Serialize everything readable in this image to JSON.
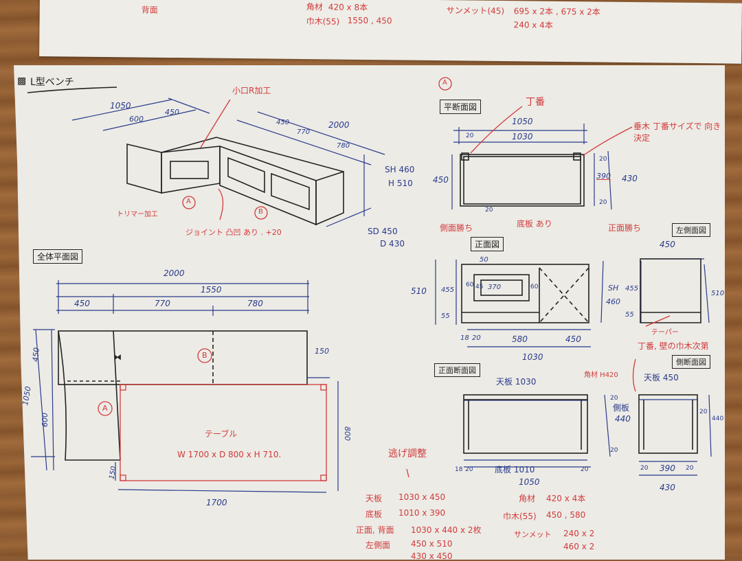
{
  "top_sheet": {
    "left_label": "背面",
    "lines": [
      {
        "label": "角材",
        "value": "420 x 8本"
      },
      {
        "label": "巾木(55)",
        "value": "1550 , 450"
      },
      {
        "label": "サンメット(45)",
        "value": "695 x 2本 , 675 x 2本"
      },
      {
        "label": "",
        "value": "240 x 4本"
      }
    ]
  },
  "title": "L型ベンチ",
  "iso_view": {
    "dims": {
      "d1050": "1050",
      "d600": "600",
      "d450": "450",
      "d2000": "2000",
      "d450b": "450",
      "d770": "770",
      "d780": "780"
    },
    "sh": "SH 460",
    "h": "H 510",
    "sd": "SD 450",
    "d": "D 430",
    "notes": {
      "koguchi": "小口R加工",
      "trimmer": "トリマー加工",
      "joint": "ジョイント 凸凹 あり . +20"
    },
    "labels": {
      "a": "A",
      "b": "B"
    }
  },
  "plan_view": {
    "title": "全体平面図",
    "dims": {
      "total": "2000",
      "d1550": "1550",
      "d450": "450",
      "d770": "770",
      "d780": "780",
      "d150": "150",
      "v450": "450",
      "v1050": "1050",
      "v600": "600",
      "v150": "150",
      "v800": "800",
      "h1700": "1700"
    },
    "table_label": "テーブル",
    "table_size": "W 1700 x D 800 x H 710.",
    "labels": {
      "a": "A",
      "b": "B"
    }
  },
  "section_a": {
    "marker": "A",
    "title": "平断面図",
    "notes": {
      "hinge": "丁番",
      "post": "垂木 丁番サイズで 向き決定",
      "side_win": "側面勝ち",
      "bottom": "底板 あり",
      "front_win": "正面勝ち"
    },
    "dims": {
      "w1050": "1050",
      "w1030": "1030",
      "t20a": "20",
      "h450": "450",
      "t20b": "20",
      "m390": "390",
      "d430": "430",
      "t20c": "20",
      "t20d": "20"
    }
  },
  "front_view": {
    "title": "正面図",
    "dims": {
      "h510": "510",
      "h455": "455",
      "h55": "55",
      "t50": "50",
      "p60a": "60",
      "p45": "45",
      "p370": "370",
      "p60b": "60",
      "sh": "SH",
      "sh460": "460",
      "w18": "18",
      "w20": "20",
      "w580": "580",
      "w450": "450",
      "w1030": "1030"
    }
  },
  "left_side_view": {
    "title": "左側面図",
    "dims": {
      "w450": "450",
      "h455": "455",
      "h55": "55",
      "h510": "510"
    },
    "note": "テーパー"
  },
  "front_section": {
    "title": "正面断面図",
    "top_board": "天板 1030",
    "corner_note": "角材 H420",
    "side_board": "側板",
    "side_h": "440",
    "t20a": "20",
    "t20b": "20",
    "bottom_board": "底板 1010",
    "w18": "18",
    "w20a": "20",
    "w20b": "20",
    "w1050": "1050"
  },
  "side_section": {
    "title": "側断面図",
    "note": "丁番, 壁の巾木次第",
    "top_board": "天板 450",
    "dims": {
      "t20": "20",
      "h440": "440",
      "w20a": "20",
      "w390": "390",
      "w20b": "20",
      "w430": "430"
    }
  },
  "cut_list": {
    "heading": "逃げ調整",
    "left": [
      {
        "label": "天板",
        "value": "1030 x 450"
      },
      {
        "label": "底板",
        "value": "1010 x 390"
      },
      {
        "label": "正面, 背面",
        "value": "1030 x 440 x 2枚"
      },
      {
        "label": "左側面",
        "value": "450 x 510"
      },
      {
        "label": "",
        "value": "430 x 450"
      }
    ],
    "right": [
      {
        "label": "角材",
        "value": "420 x 4本"
      },
      {
        "label": "巾木(55)",
        "value": "450 , 580"
      },
      {
        "label": "サンメット",
        "value": "240 x 2"
      },
      {
        "label": "",
        "value": "460 x 2"
      }
    ]
  },
  "colors": {
    "ink": "#222222",
    "blue": "#2a3a8a",
    "red": "#d23a3a",
    "paper": "#ecebe6",
    "wood": "#8b5a30"
  }
}
